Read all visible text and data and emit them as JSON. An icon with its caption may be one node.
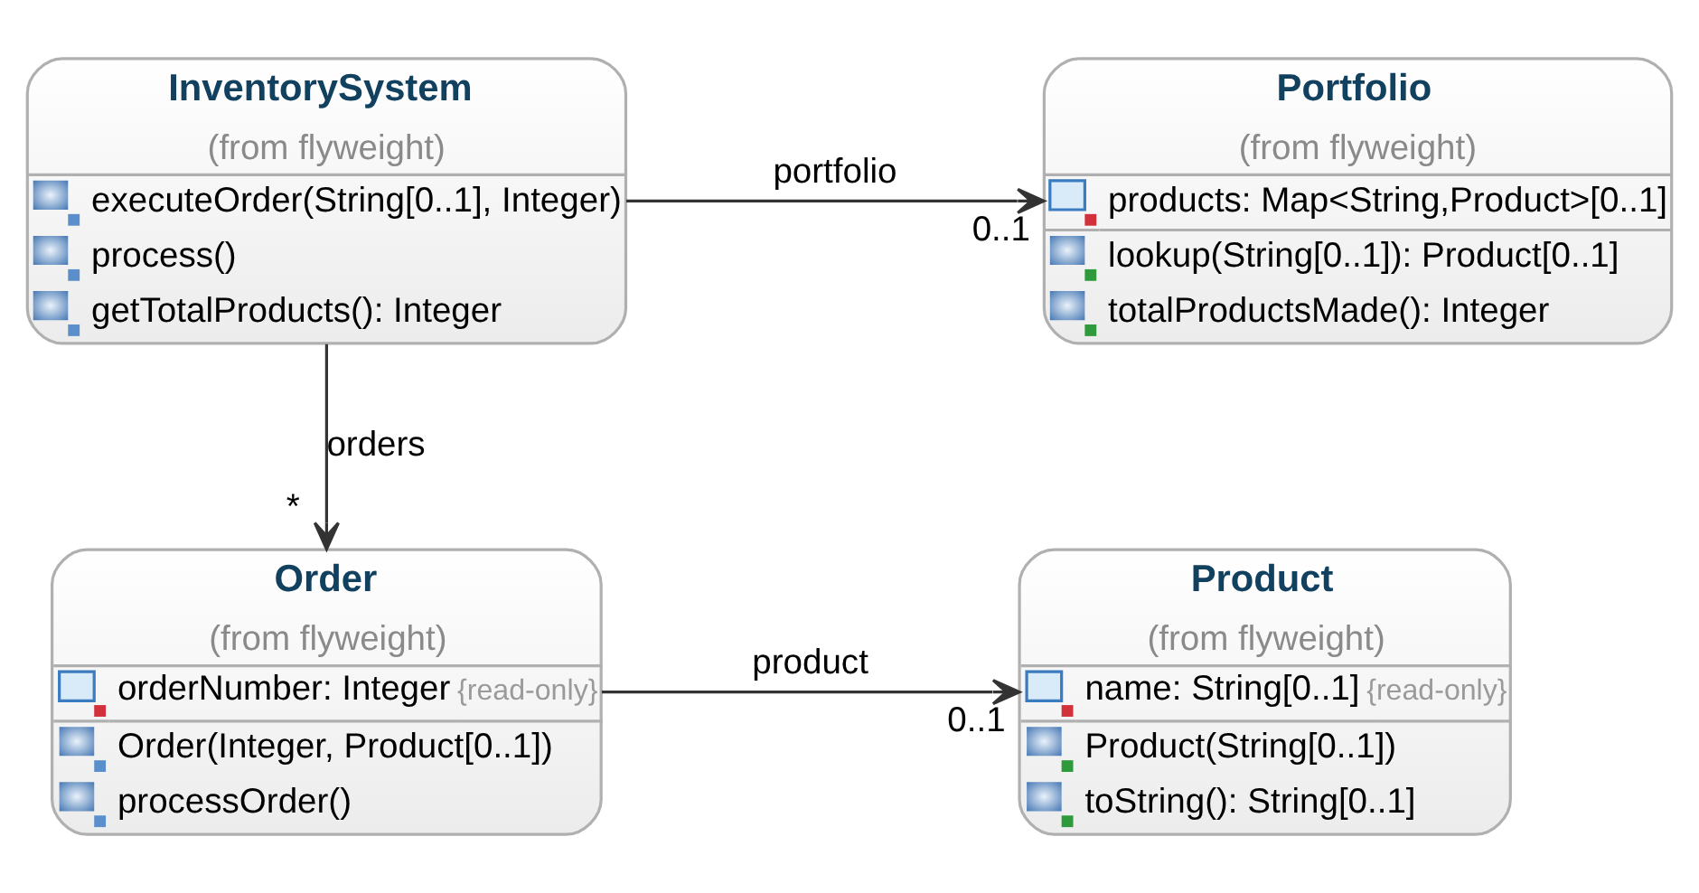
{
  "diagram": {
    "nodes": [
      {
        "text": [
          "InventorySystem",
          "(from flyweight)",
          "executeOrder(String[0..1], Integer)",
          "process()",
          "getTotalProducts(): Integer"
        ]
      },
      {
        "text": [
          "Portfolio",
          "(from flyweight)",
          "products: Map<String,Product>[0..1]",
          "lookup(String[0..1]): Product[0..1]",
          "totalProductsMade(): Integer"
        ]
      },
      {
        "text": [
          "Order",
          "(from flyweight)",
          "orderNumber: Integer {read-only}",
          "Order(Integer, Product[0..1])",
          "processOrder()"
        ]
      },
      {
        "text": [
          "Product",
          "(from flyweight)",
          "name: String[0..1] {read-only}",
          "Product(String[0..1])",
          "toString(): String[0..1]"
        ]
      }
    ],
    "edges": [
      {
        "from": 0,
        "to": 1,
        "arrow": "to",
        "label": "portfolio"
      },
      {
        "from": 0,
        "to": 2,
        "arrow": "to",
        "label": "orders"
      },
      {
        "from": 2,
        "to": 3,
        "arrow": "to",
        "label": "product"
      }
    ],
    "labels": [
      "0..1",
      "*",
      "0..1"
    ]
  }
}
